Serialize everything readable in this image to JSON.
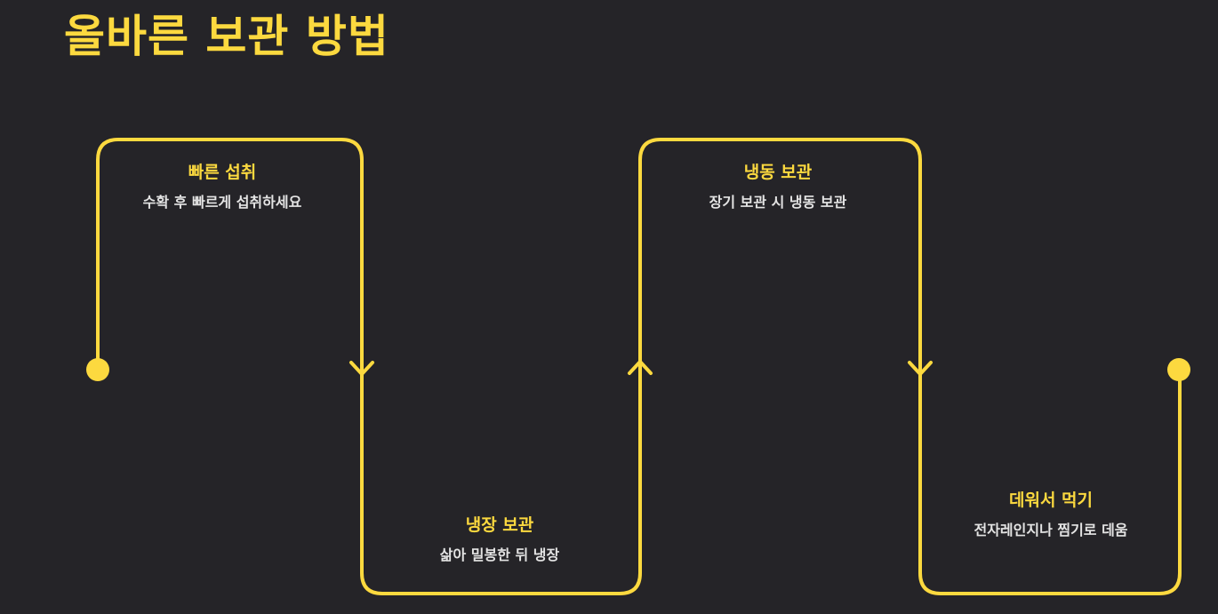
{
  "title": "올바른 보관 방법",
  "colors": {
    "background": "#252428",
    "accent": "#fcd93f",
    "text": "#e4e4e4"
  },
  "steps": [
    {
      "title": "빠른 섭취",
      "description": "수확 후 빠르게 섭취하세요"
    },
    {
      "title": "냉장 보관",
      "description": "삶아 밀봉한 뒤 냉장"
    },
    {
      "title": "냉동 보관",
      "description": "장기 보관 시 냉동 보관"
    },
    {
      "title": "데워서 먹기",
      "description": "전자레인지나 찜기로 데움"
    }
  ]
}
